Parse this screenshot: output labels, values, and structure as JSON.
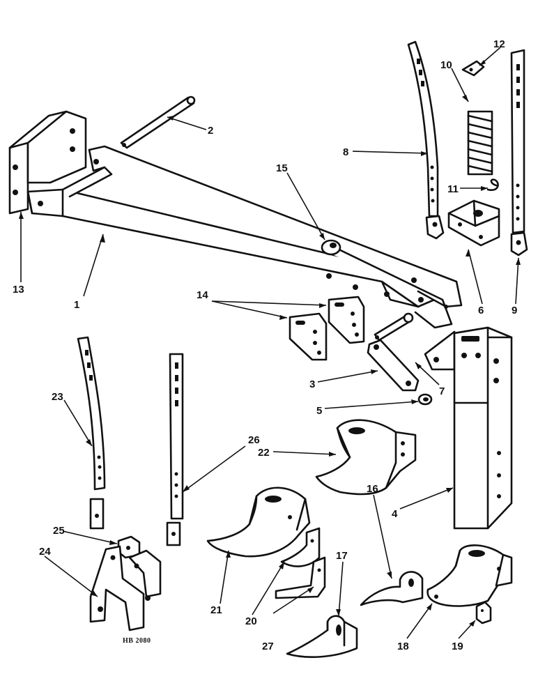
{
  "drawing_number": "HB 2080",
  "callouts": {
    "c1": "1",
    "c2": "2",
    "c3": "3",
    "c4": "4",
    "c5": "5",
    "c6": "6",
    "c7": "7",
    "c8": "8",
    "c9": "9",
    "c10": "10",
    "c11": "11",
    "c12": "12",
    "c13": "13",
    "c14": "14",
    "c15": "15",
    "c16": "16",
    "c17": "17",
    "c18": "18",
    "c19": "19",
    "c20": "20",
    "c21": "21",
    "c22": "22",
    "c23": "23",
    "c24": "24",
    "c25": "25",
    "c26": "26",
    "c27": "27"
  }
}
